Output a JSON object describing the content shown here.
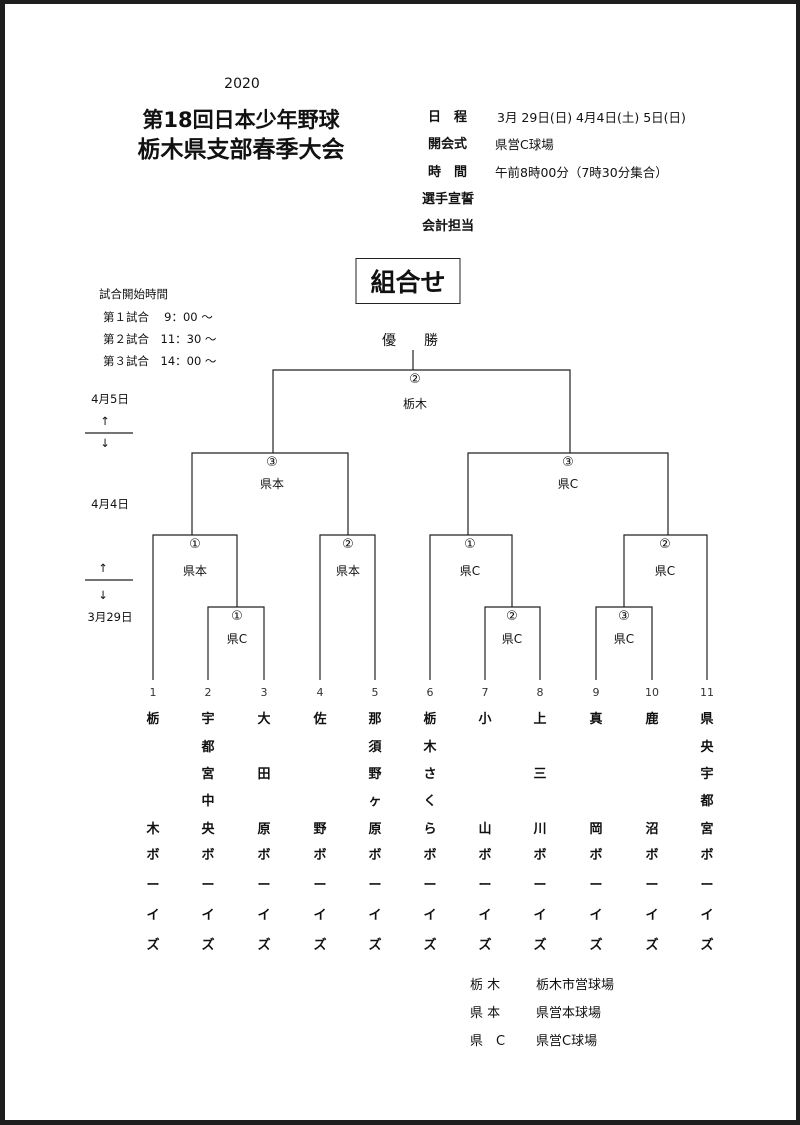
{
  "header": {
    "year": "2020",
    "title_line1": "第18回日本少年野球",
    "title_line2": "栃木県支部春季大会"
  },
  "info": [
    {
      "label": "日　程",
      "value": "3月 29日(日) 4月4日(土) 5日(日)"
    },
    {
      "label": "開会式",
      "value": "県営C球場"
    },
    {
      "label": "時　間",
      "value": "午前8時00分（7時30分集合）"
    },
    {
      "label": "選手宣誓",
      "value": ""
    },
    {
      "label": "会計担当",
      "value": ""
    }
  ],
  "heading": "組合せ",
  "start_times": {
    "title": "試合開始時間",
    "items": [
      "第１試合　 9：00 ～",
      "第２試合　11：30 ～",
      "第３試合　14：00 ～"
    ]
  },
  "dates": {
    "final": "4月5日",
    "semi": "4月4日",
    "first": "3月29日",
    "up_arrow": "↑",
    "down_arrow": "↓"
  },
  "champion_label": "優　　勝",
  "matches": {
    "final": {
      "num": "②",
      "venue": "栃木"
    },
    "semi_left": {
      "num": "③",
      "venue": "県本"
    },
    "semi_right": {
      "num": "③",
      "venue": "県C"
    },
    "qf1": {
      "num": "①",
      "venue": "県本"
    },
    "qf2": {
      "num": "②",
      "venue": "県本"
    },
    "qf3": {
      "num": "①",
      "venue": "県C"
    },
    "qf4": {
      "num": "②",
      "venue": "県C"
    },
    "r1_a": {
      "num": "①",
      "venue": "県C"
    },
    "r1_b": {
      "num": "②",
      "venue": "県C"
    },
    "r1_c": {
      "num": "③",
      "venue": "県C"
    }
  },
  "teams": [
    {
      "seed": "1",
      "chars": [
        "栃",
        "",
        "",
        "",
        "木",
        "ボ",
        "ー",
        "イ",
        "ズ"
      ]
    },
    {
      "seed": "2",
      "chars": [
        "宇",
        "都",
        "宮",
        "中",
        "央",
        "ボ",
        "ー",
        "イ",
        "ズ"
      ]
    },
    {
      "seed": "3",
      "chars": [
        "大",
        "",
        "田",
        "",
        "原",
        "ボ",
        "ー",
        "イ",
        "ズ"
      ]
    },
    {
      "seed": "4",
      "chars": [
        "佐",
        "",
        "",
        "",
        "野",
        "ボ",
        "ー",
        "イ",
        "ズ"
      ]
    },
    {
      "seed": "5",
      "chars": [
        "那",
        "須",
        "野",
        "ヶ",
        "原",
        "ボ",
        "ー",
        "イ",
        "ズ"
      ]
    },
    {
      "seed": "6",
      "chars": [
        "栃",
        "木",
        "さ",
        "く",
        "ら",
        "ボ",
        "ー",
        "イ",
        "ズ"
      ]
    },
    {
      "seed": "7",
      "chars": [
        "小",
        "",
        "",
        "",
        "山",
        "ボ",
        "ー",
        "イ",
        "ズ"
      ]
    },
    {
      "seed": "8",
      "chars": [
        "上",
        "",
        "三",
        "",
        "川",
        "ボ",
        "ー",
        "イ",
        "ズ"
      ]
    },
    {
      "seed": "9",
      "chars": [
        "真",
        "",
        "",
        "",
        "岡",
        "ボ",
        "ー",
        "イ",
        "ズ"
      ]
    },
    {
      "seed": "10",
      "chars": [
        "鹿",
        "",
        "",
        "",
        "沼",
        "ボ",
        "ー",
        "イ",
        "ズ"
      ]
    },
    {
      "seed": "11",
      "chars": [
        "県",
        "央",
        "宇",
        "都",
        "宮",
        "ボ",
        "ー",
        "イ",
        "ズ"
      ]
    }
  ],
  "legend": [
    {
      "abbr": "栃 木",
      "name": "栃木市営球場"
    },
    {
      "abbr": "県 本",
      "name": "県営本球場"
    },
    {
      "abbr": "県　C",
      "name": "県営C球場"
    }
  ]
}
